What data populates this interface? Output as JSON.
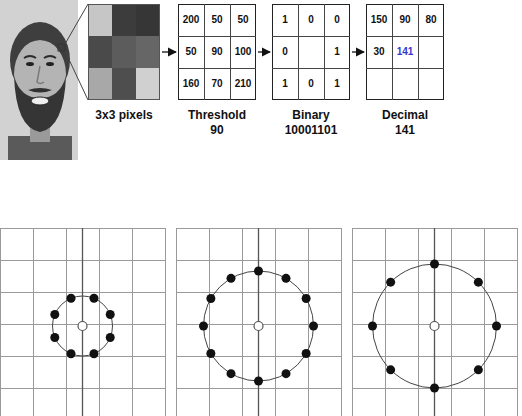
{
  "diagram": {
    "nodes": [
      {
        "text": [
          "3x3 pixels"
        ]
      },
      {
        "text": [
          "Threshold 90"
        ]
      },
      {
        "text": [
          "Binary 10001101"
        ]
      },
      {
        "text": [
          "Decimal 141"
        ]
      }
    ],
    "edges": [
      {
        "from": 0,
        "to": 1,
        "arrow": "to"
      },
      {
        "from": 1,
        "to": 2,
        "arrow": "to"
      },
      {
        "from": 2,
        "to": 3,
        "arrow": "to"
      }
    ],
    "labels": [
      "200",
      "50",
      "50",
      "50",
      "90",
      "100",
      "160",
      "70",
      "210",
      "1",
      "0",
      "0",
      "0",
      "1",
      "1",
      "0",
      "1",
      "150",
      "90",
      "80",
      "30",
      "141"
    ]
  }
}
